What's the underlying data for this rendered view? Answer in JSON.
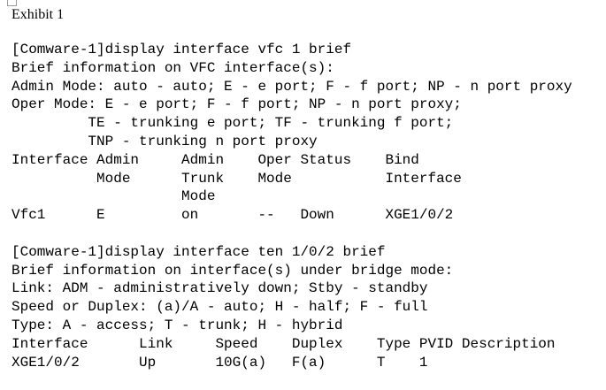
{
  "exhibit": {
    "title": "Exhibit 1"
  },
  "terminal": {
    "lines": [
      "[Comware-1]display interface vfc 1 brief",
      "Brief information on VFC interface(s):",
      "Admin Mode: auto - auto; E - e port; F - f port; NP - n port proxy",
      "Oper Mode: E - e port; F - f port; NP - n port proxy;",
      "         TE - trunking e port; TF - trunking f port;",
      "         TNP - trunking n port proxy",
      "Interface Admin     Admin    Oper Status    Bind",
      "          Mode      Trunk    Mode           Interface",
      "                    Mode",
      "Vfc1      E         on       --   Down      XGE1/0/2",
      "",
      "[Comware-1]display interface ten 1/0/2 brief",
      "Brief information on interface(s) under bridge mode:",
      "Link: ADM - administratively down; Stby - standby",
      "Speed or Duplex: (a)/A - auto; H - half; F - full",
      "Type: A - access; T - trunk; H - hybrid",
      "Interface      Link     Speed    Duplex    Type PVID Description",
      "XGE1/0/2       Up       10G(a)   F(a)      T    1"
    ]
  }
}
